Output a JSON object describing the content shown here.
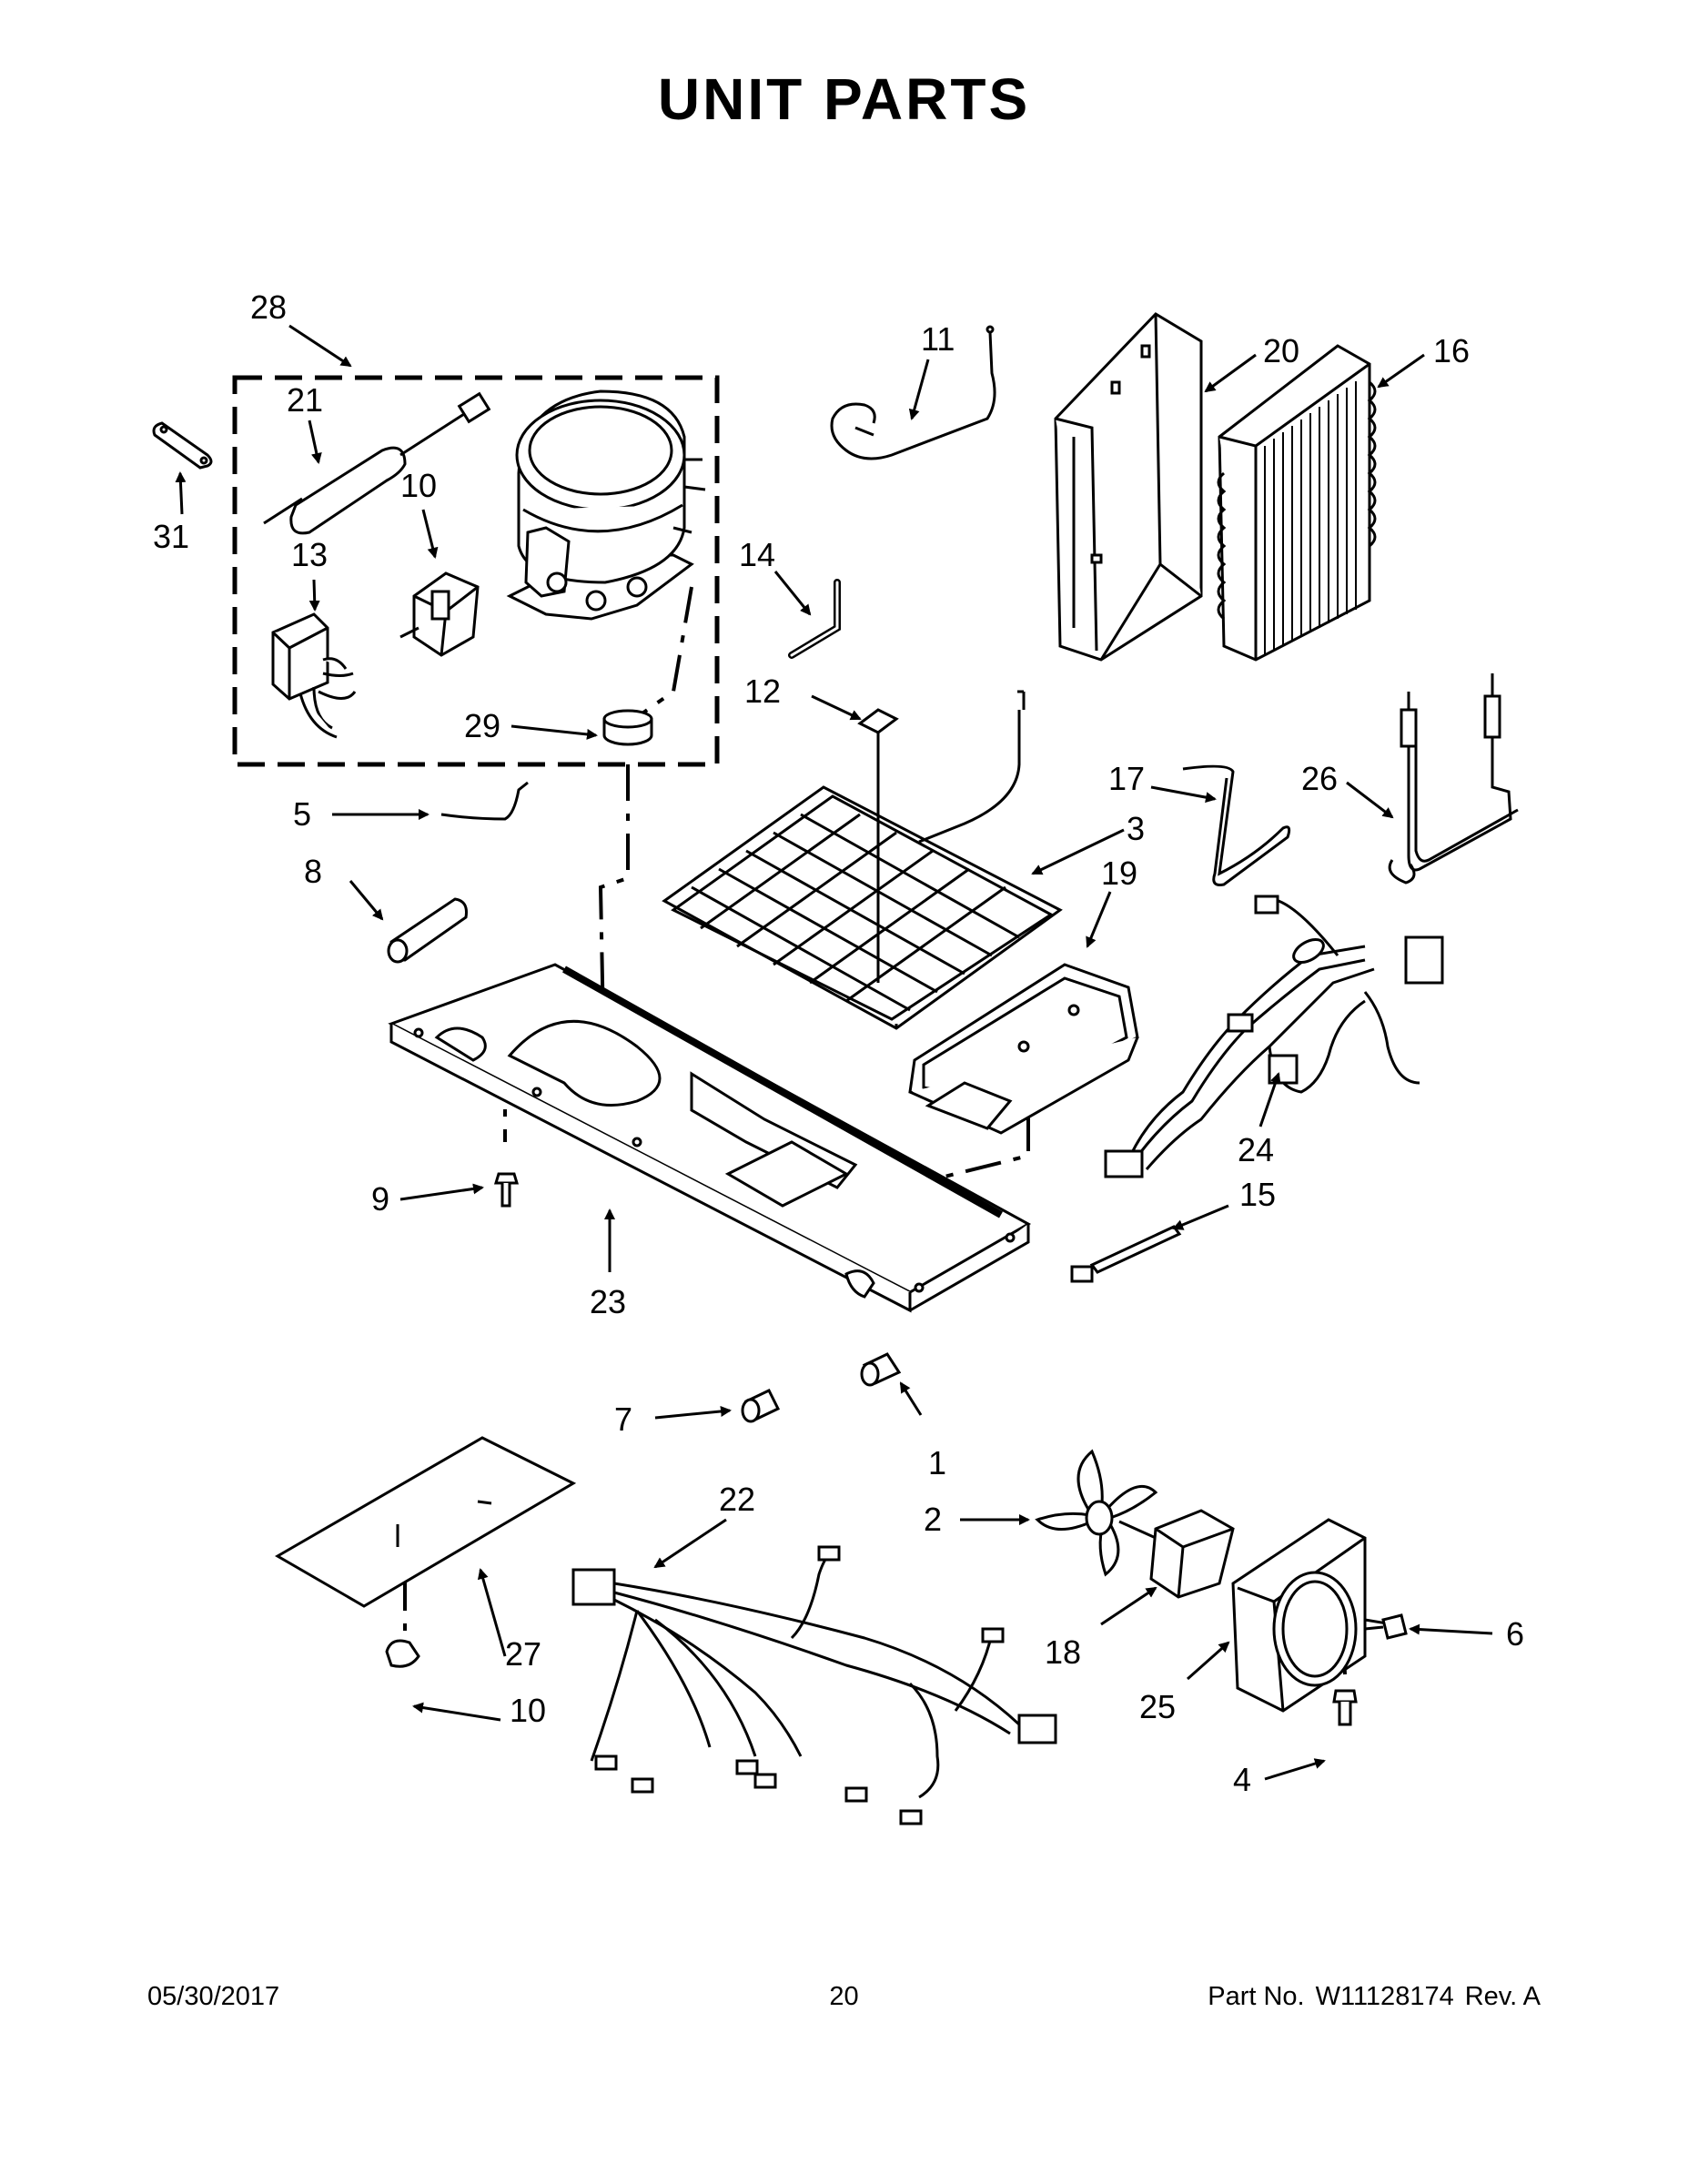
{
  "page": {
    "title": "UNIT PARTS",
    "date": "05/30/2017",
    "page_number": "20",
    "part_label": "Part No.",
    "part_number": "W11128174",
    "revision": "Rev. A"
  },
  "callouts": {
    "c1": "1",
    "c2": "2",
    "c3": "3",
    "c4": "4",
    "c5": "5",
    "c6": "6",
    "c7": "7",
    "c8": "8",
    "c9": "9",
    "c10a": "10",
    "c10b": "10",
    "c11": "11",
    "c12": "12",
    "c13": "13",
    "c14": "14",
    "c15": "15",
    "c16": "16",
    "c17": "17",
    "c18": "18",
    "c19": "19",
    "c20": "20",
    "c21": "21",
    "c22": "22",
    "c23": "23",
    "c24": "24",
    "c25": "25",
    "c26": "26",
    "c27": "27",
    "c28": "28",
    "c29": "29",
    "c31": "31"
  }
}
